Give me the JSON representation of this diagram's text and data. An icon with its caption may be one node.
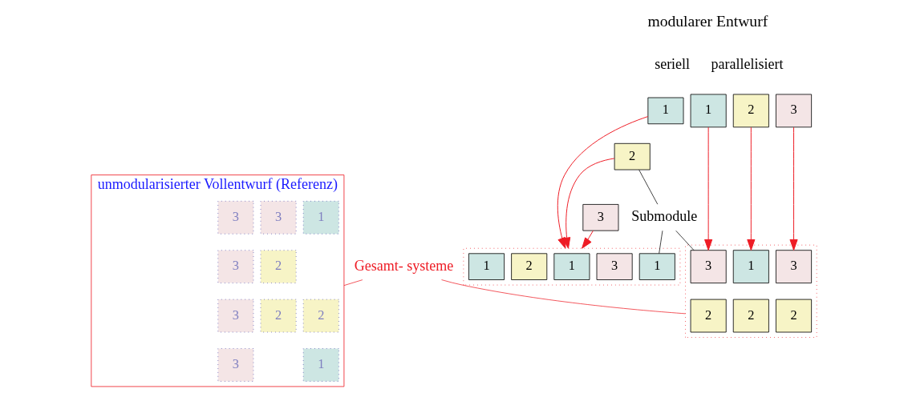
{
  "diagram": {
    "nodes": [
      {
        "text": [
          "1"
        ]
      },
      {
        "text": [
          "2"
        ]
      },
      {
        "text": [
          "3"
        ]
      },
      {
        "text": [],
        "shape": "box"
      },
      {
        "text": [
          "1"
        ],
        "in": 3
      },
      {
        "text": [
          "2"
        ],
        "in": 3
      },
      {
        "text": [
          "1"
        ],
        "in": 3
      },
      {
        "text": [
          "3"
        ],
        "in": 3
      },
      {
        "text": [
          "1"
        ],
        "in": 3
      },
      {
        "text": [
          "1"
        ]
      },
      {
        "text": [
          "2"
        ]
      },
      {
        "text": [
          "3"
        ]
      },
      {
        "text": [],
        "shape": "box"
      },
      {
        "text": [
          "3"
        ],
        "in": 12
      },
      {
        "text": [
          "1"
        ],
        "in": 12
      },
      {
        "text": [
          "3"
        ],
        "in": 12
      },
      {
        "text": [
          "2"
        ],
        "in": 12
      },
      {
        "text": [
          "2"
        ],
        "in": 12
      },
      {
        "text": [
          "2"
        ],
        "in": 12
      },
      {
        "text": [
          "Submodule"
        ]
      },
      {
        "text": [
          "Gesamt- systeme"
        ]
      },
      {
        "text": [
          "unmodularisierter Vollentwurf (Referenz)"
        ]
      },
      {
        "text": [
          "3"
        ],
        "in": 21
      },
      {
        "text": [
          "3"
        ],
        "in": 21
      },
      {
        "text": [
          "1"
        ],
        "in": 21
      },
      {
        "text": [
          "2"
        ],
        "in": 21
      },
      {
        "text": [
          "3"
        ],
        "in": 21
      },
      {
        "text": [
          "2"
        ],
        "in": 21
      },
      {
        "text": [
          "3"
        ],
        "in": 21
      },
      {
        "text": [
          "2"
        ],
        "in": 21
      },
      {
        "text": [
          "3"
        ],
        "in": 21
      },
      {
        "text": [
          "1"
        ],
        "in": 21
      }
    ],
    "edges": [
      {
        "from": 0,
        "to": 3,
        "arrow": "to"
      },
      {
        "from": 1,
        "to": 3,
        "arrow": "to"
      },
      {
        "from": 2,
        "to": 3,
        "arrow": "to"
      },
      {
        "from": 9,
        "to": 13,
        "arrow": "to"
      },
      {
        "from": 10,
        "to": 14,
        "arrow": "to"
      },
      {
        "from": 11,
        "to": 15,
        "arrow": "to"
      },
      {
        "from": 19,
        "to": 1,
        "arrow": "none",
        "color": "#000000"
      },
      {
        "from": 19,
        "to": 8,
        "arrow": "none",
        "color": "#000000"
      },
      {
        "from": 19,
        "to": 13,
        "arrow": "none",
        "color": "#000000"
      },
      {
        "from": 20,
        "to": 12,
        "arrow": "none"
      },
      {
        "from": 20,
        "to": 21,
        "arrow": "none"
      }
    ],
    "labels": [
      "modularer Entwurf",
      "seriell",
      "parallelisiert"
    ]
  }
}
